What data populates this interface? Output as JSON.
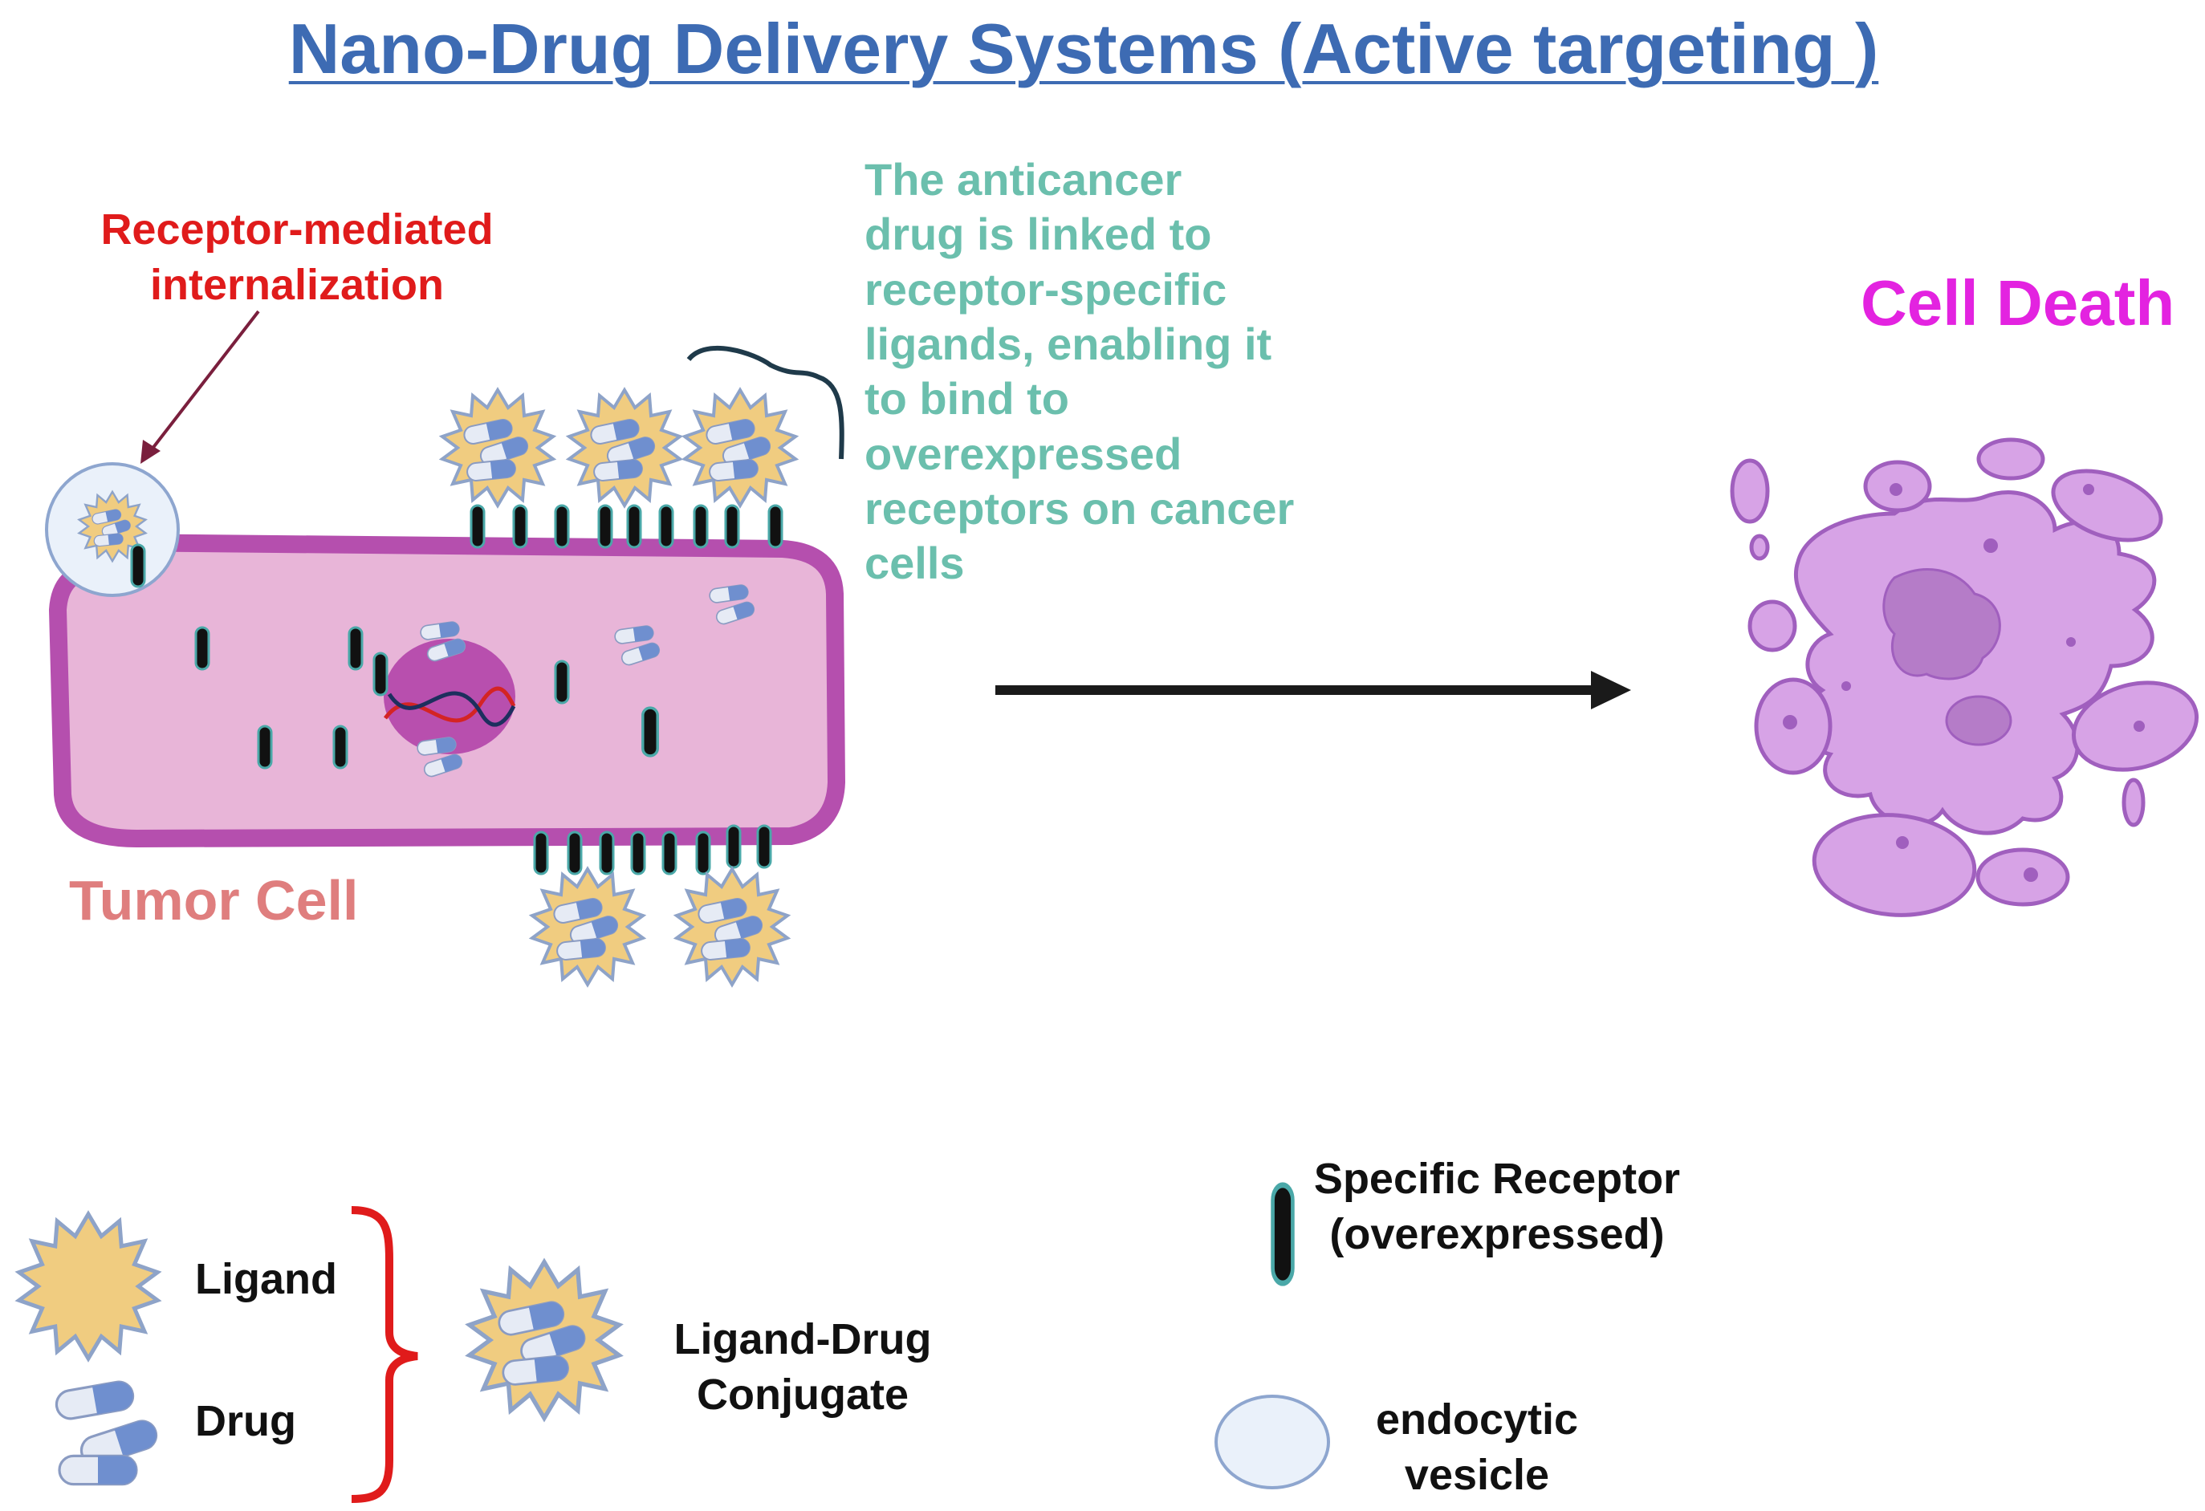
{
  "title": "Nano-Drug Delivery Systems (Active targeting )",
  "labels": {
    "internalization": "Receptor-mediated internalization",
    "description": [
      "The anticancer",
      "drug is linked to",
      "receptor-specific",
      "ligands, enabling it",
      "to bind to",
      "overexpressed",
      "receptors on cancer",
      "cells"
    ],
    "cell_death": "Cell Death",
    "tumor_cell": "Tumor Cell"
  },
  "legend": {
    "ligand": "Ligand",
    "drug": "Drug",
    "conjugate": "Ligand-Drug Conjugate",
    "receptor": "Specific Receptor (overexpressed)",
    "vesicle": "endocytic vesicle"
  },
  "colors": {
    "title": "#3d6bb3",
    "internalization": "#e01b1b",
    "description": "#6bbfad",
    "cell_death": "#e323e0",
    "tumor_cell": "#df7e7e",
    "tumor_membrane": "#b54fae",
    "tumor_cytoplasm": "#e8b5d8",
    "ligand": "#f0cc80",
    "drug_capsule": "#6f8fcf",
    "receptor": "#111111",
    "dead_cell": "#d7a3e6"
  }
}
